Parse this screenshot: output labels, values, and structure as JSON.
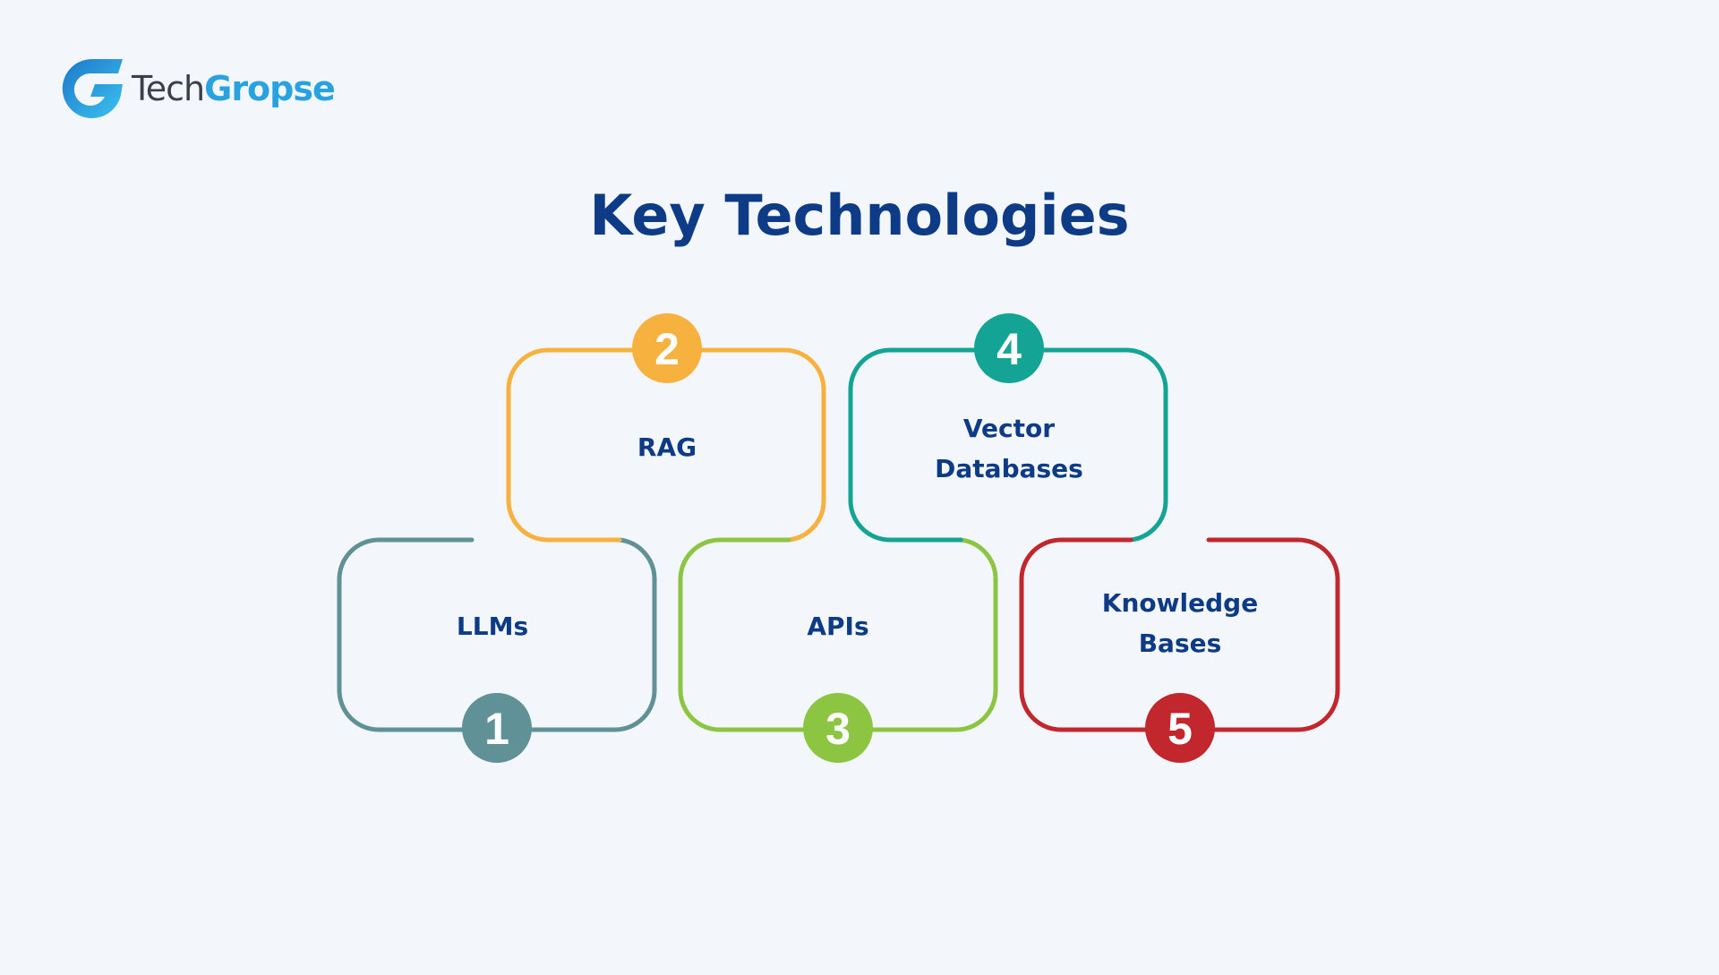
{
  "brand": {
    "name_part1": "Tech",
    "name_part2": "Gropse",
    "colors": {
      "dark": "#3a3f4b",
      "accent": "#29a3e0",
      "logo_gradient_start": "#1d77c9",
      "logo_gradient_end": "#3cc2f0"
    }
  },
  "title": "Key Technologies",
  "colors": {
    "background": "#f3f7fc",
    "heading": "#0d3b85"
  },
  "items": [
    {
      "number": "1",
      "lines": [
        "LLMs"
      ],
      "color": "#5f9196"
    },
    {
      "number": "2",
      "lines": [
        "RAG"
      ],
      "color": "#f7b13e"
    },
    {
      "number": "3",
      "lines": [
        "APIs"
      ],
      "color": "#8cc541"
    },
    {
      "number": "4",
      "lines": [
        "Vector",
        "Databases"
      ],
      "color": "#14a495"
    },
    {
      "number": "5",
      "lines": [
        "Knowledge",
        "Bases"
      ],
      "color": "#c1272d"
    }
  ]
}
